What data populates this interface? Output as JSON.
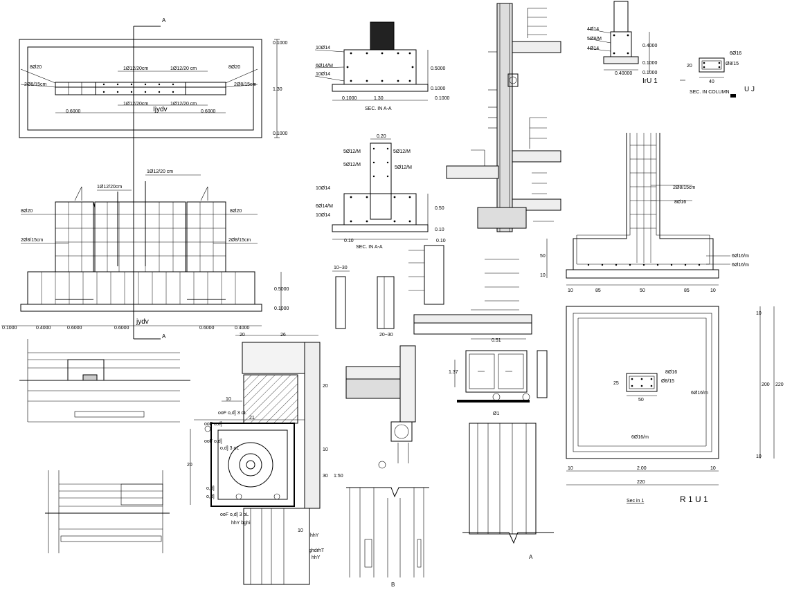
{
  "footing_plan": {
    "section_marker": "A",
    "label_top_center_1": "1Ø12/20cm",
    "label_top_center_2": "1Ø12/20 cm",
    "label_bottom_center_1": "1Ø12/20cm",
    "label_bottom_center_2": "1Ø12/20 cm",
    "label_left_bar": "8Ø20",
    "label_right_bar": "8Ø20",
    "label_left_stirrup": "2Ø8/15cm",
    "label_right_stirrup": "2Ø8/15cm",
    "caption": "Ijydv",
    "dim_total": "1.30",
    "dim_top": "0.1000",
    "dim_bottom": "0.1000",
    "dim_seg_1": "0.6000",
    "dim_seg_2": "0.6000"
  },
  "footing_elevation": {
    "label_upper_1": "1Ø12/20 cm",
    "label_upper_2": "1Ø12/20cm",
    "label_left_bar": "8Ø20",
    "label_right_bar": "8Ø20",
    "label_left_stirrup": "2Ø8/15cm",
    "label_right_stirrup": "2Ø8/15cm",
    "caption": "jydv",
    "section_marker": "A",
    "dim_h_1": "0.5000",
    "dim_h_2": "0.1000",
    "dim_b_1": "0.1000",
    "dim_b_2": "0.4000",
    "dim_b_3": "0.6000",
    "dim_b_4": "0.6000",
    "dim_b_5": "0.6000",
    "dim_b_6": "0.4000"
  },
  "section_aa_1": {
    "bar_top": "10Ø14",
    "bar_side": "6Ø14/M",
    "bar_bottom": "10Ø14",
    "dim_height": "0.5000",
    "dim_base": "0.1000",
    "dim_left": "0.1000",
    "dim_width": "1.30",
    "dim_right": "0.1000",
    "title": "SEC. IN A-A"
  },
  "section_aa_2": {
    "dim_top": "0.20",
    "bar_l1": "5Ø12/M",
    "bar_l2": "5Ø12/M",
    "bar_r1": "5Ø12/M",
    "bar_r2": "5Ø12/M",
    "bar_top": "10Ø14",
    "bar_side": "6Ø14/M",
    "bar_bottom": "10Ø14",
    "dim_h1": "0.50",
    "dim_h2": "0.10",
    "dim_left": "0.10",
    "dim_right": "0.10",
    "title": "SEC. IN A-A"
  },
  "column_detail": {
    "bar_1": "4Ø14",
    "bar_2": "5Ø8/M",
    "bar_3": "4Ø14",
    "dim_1": "0.4000",
    "dim_2": "0.1000",
    "dim_3": "0.1000",
    "dim_bottom": "0.40000",
    "mark": "IrU 1",
    "sec_bar_1": "6Ø16",
    "sec_bar_2": "Ø8/15",
    "sec_dim_h": "20",
    "sec_dim_w": "40",
    "sec_title": "SEC. IN COLUMN",
    "sec_mark": "U J"
  },
  "footing_r1": {
    "stirrup": "2Ø8/15cm",
    "bar": "8Ø16",
    "mesh_1": "6Ø16/m",
    "mesh_2": "6Ø16/m",
    "dim_h1": "50",
    "dim_h2": "10",
    "dim_w": [
      "10",
      "85",
      "50",
      "85",
      "10"
    ],
    "plan_bar_1": "8Ø16",
    "plan_bar_2": "Ø8/15",
    "plan_dim_25": "25",
    "plan_dim_50": "50",
    "plan_mesh_v": "6Ø16/m",
    "plan_mesh_h": "6Ø16/m",
    "plan_dim_200": "200",
    "plan_dim_220": "220",
    "plan_dim_10a": "10",
    "plan_dim_10b": "10",
    "plan_bot_10a": "10",
    "plan_bot_2": "2.00",
    "plan_bot_10b": "10",
    "plan_bot_220": "220",
    "caption": "Sec in 1",
    "mark": "R 1  U 1"
  },
  "wall_detail": {
    "dim_top": "10~30",
    "dim_bot": "20~30"
  },
  "window_detail": {
    "dim_w": "0.51",
    "dim_h": "1.37",
    "mark": "Ø1"
  },
  "shutter_box": {
    "label_dim_1": "20",
    "label_dim_2": "26",
    "label_dim_3": "10",
    "label_dim_4": "21",
    "label_dim_5": "20",
    "label_1": "ooF o,d] 3 oL",
    "label_2": "ooF o,d]",
    "label_3": "o,d] 3 oL",
    "label_4": "ooF o,d]",
    "label_5": "o,d]",
    "label_6": "o,d]",
    "label_7": "ooF o,d] 3 oL",
    "label_8": "hhY bghi",
    "label_9": "hhY",
    "label_10": "ghdrhT",
    "label_11": "hhY",
    "label_side_1": "20",
    "label_side_2": "10",
    "label_side_3": "30",
    "label_dim_bottom": "10"
  },
  "rail_detail": {
    "label_scale": "1:50",
    "mark_b": "B"
  },
  "frame_detail": {
    "mark_a": "A"
  }
}
